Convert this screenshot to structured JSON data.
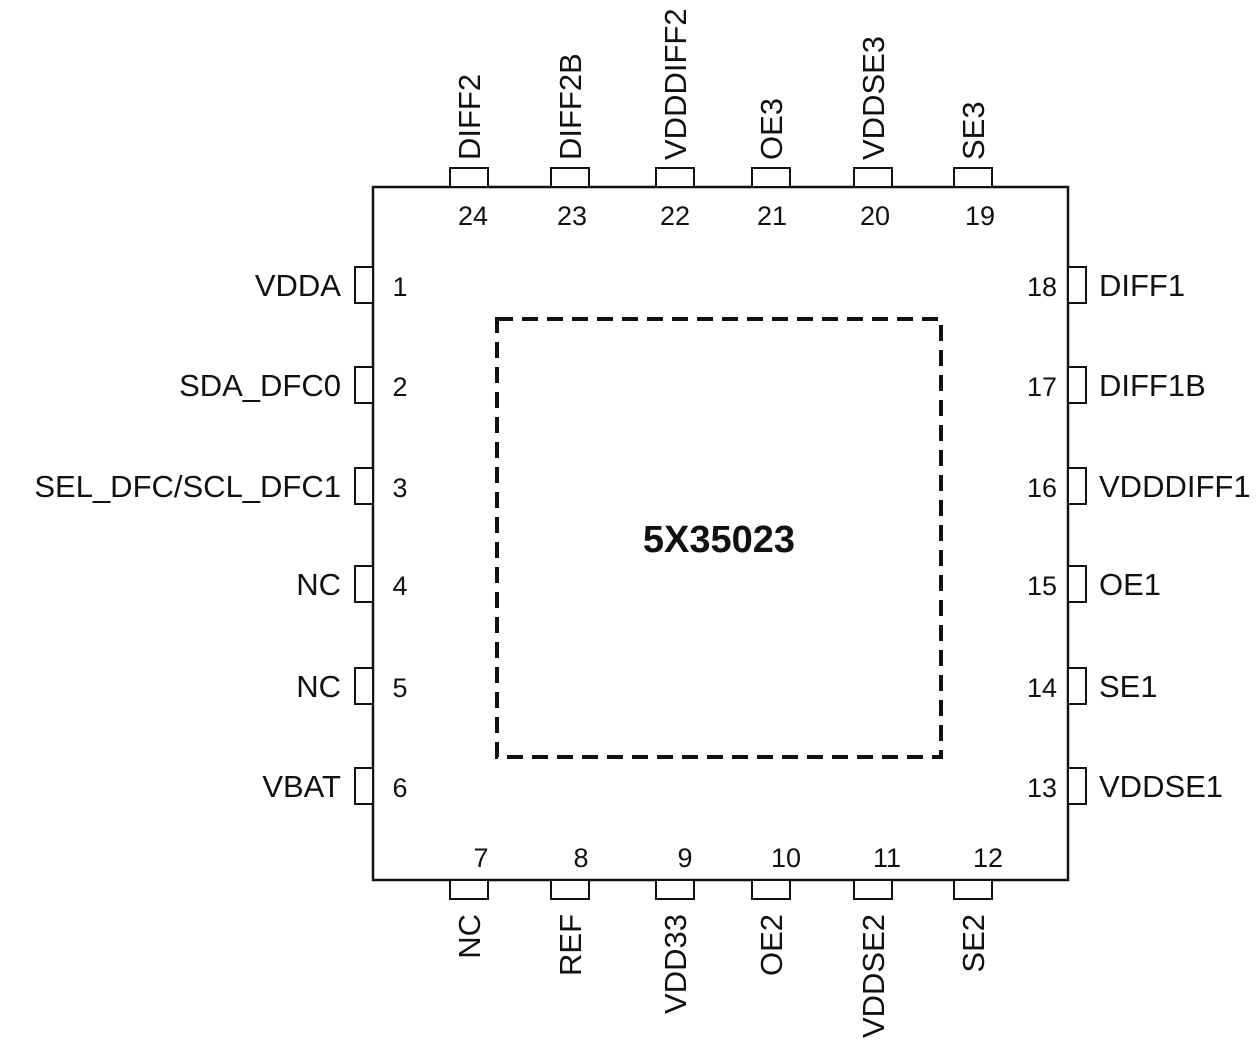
{
  "chip": {
    "part_number": "5X35023"
  },
  "colors": {
    "outline": "#111111",
    "background": "#ffffff"
  },
  "pins": {
    "left": [
      {
        "number": "1",
        "name": "VDDA"
      },
      {
        "number": "2",
        "name": "SDA_DFC0"
      },
      {
        "number": "3",
        "name": "SEL_DFC/SCL_DFC1"
      },
      {
        "number": "4",
        "name": "NC"
      },
      {
        "number": "5",
        "name": "NC"
      },
      {
        "number": "6",
        "name": "VBAT"
      }
    ],
    "bottom": [
      {
        "number": "7",
        "name": "NC"
      },
      {
        "number": "8",
        "name": "REF"
      },
      {
        "number": "9",
        "name": "VDD33"
      },
      {
        "number": "10",
        "name": "OE2"
      },
      {
        "number": "11",
        "name": "VDDSE2"
      },
      {
        "number": "12",
        "name": "SE2"
      }
    ],
    "right": [
      {
        "number": "13",
        "name": "VDDSE1"
      },
      {
        "number": "14",
        "name": "SE1"
      },
      {
        "number": "15",
        "name": "OE1"
      },
      {
        "number": "16",
        "name": "VDDDIFF1"
      },
      {
        "number": "17",
        "name": "DIFF1B"
      },
      {
        "number": "18",
        "name": "DIFF1"
      }
    ],
    "top": [
      {
        "number": "19",
        "name": "SE3"
      },
      {
        "number": "20",
        "name": "VDDSE3"
      },
      {
        "number": "21",
        "name": "OE3"
      },
      {
        "number": "22",
        "name": "VDDDIFF2"
      },
      {
        "number": "23",
        "name": "DIFF2B"
      },
      {
        "number": "24",
        "name": "DIFF2"
      }
    ]
  }
}
